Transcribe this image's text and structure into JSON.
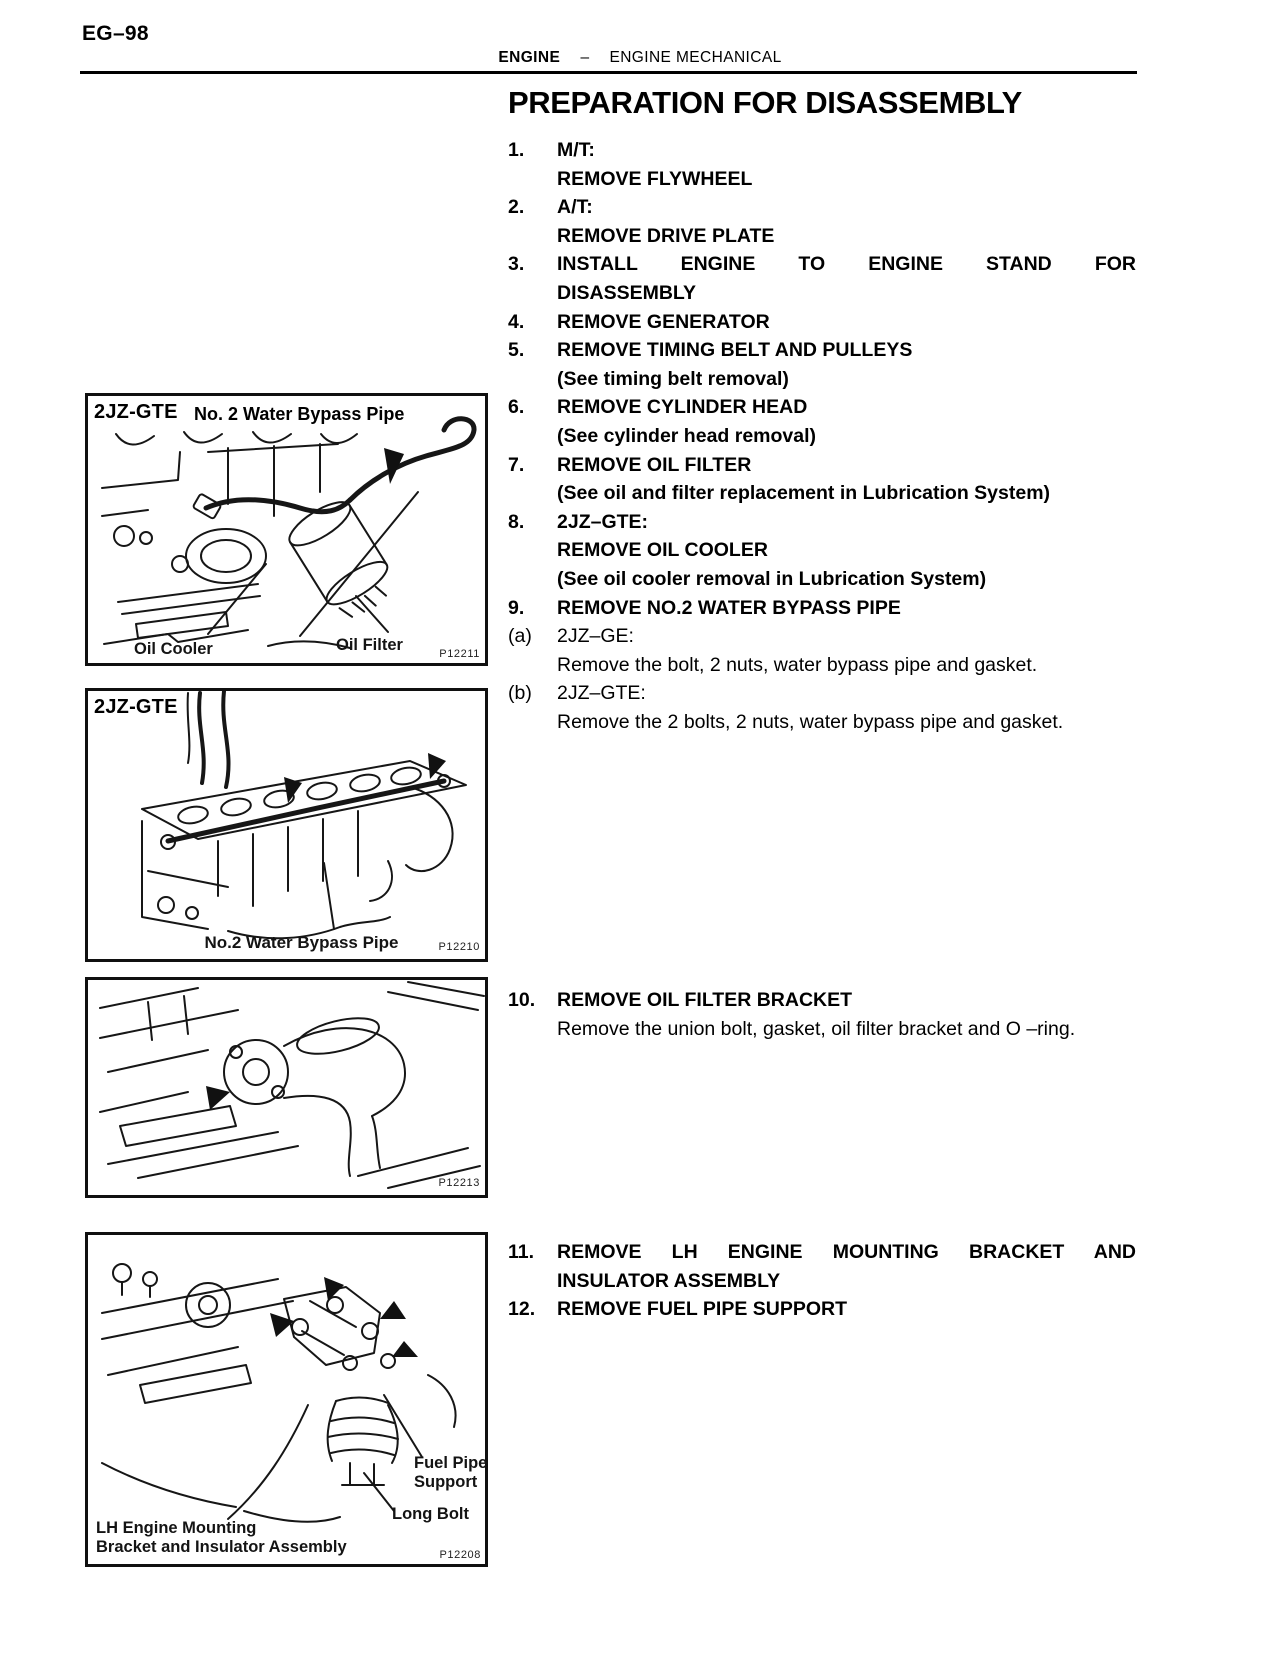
{
  "page": {
    "number": "EG–98",
    "header": {
      "section": "ENGINE",
      "separator": "–",
      "subsection": "ENGINE MECHANICAL"
    },
    "title": "PREPARATION FOR DISASSEMBLY"
  },
  "steps": [
    {
      "num": "1.",
      "lines": [
        "M/T:",
        "REMOVE FLYWHEEL"
      ]
    },
    {
      "num": "2.",
      "lines": [
        "A/T:",
        "REMOVE DRIVE PLATE"
      ]
    },
    {
      "num": "3.",
      "lines": [
        "INSTALL ENGINE TO ENGINE STAND FOR",
        "DISASSEMBLY"
      ]
    },
    {
      "num": "4.",
      "lines": [
        "REMOVE GENERATOR"
      ]
    },
    {
      "num": "5.",
      "lines": [
        "REMOVE TIMING BELT AND PULLEYS",
        "(See timing belt removal)"
      ]
    },
    {
      "num": "6.",
      "lines": [
        "REMOVE CYLINDER HEAD",
        "(See cylinder head removal)"
      ]
    },
    {
      "num": "7.",
      "lines": [
        "REMOVE OIL FILTER",
        "(See oil and filter replacement in Lubrication System)"
      ]
    },
    {
      "num": "8.",
      "lines": [
        "2JZ–GTE:",
        "REMOVE OIL COOLER",
        "(See oil cooler removal in Lubrication System)"
      ]
    },
    {
      "num": "9.",
      "lines": [
        "REMOVE NO.2 WATER BYPASS PIPE"
      ]
    },
    {
      "num": "(a)",
      "lines": [
        "2JZ–GE:",
        "Remove the bolt, 2 nuts, water bypass pipe and gasket."
      ]
    },
    {
      "num": "(b)",
      "lines": [
        "2JZ–GTE:",
        "Remove the 2 bolts, 2 nuts, water bypass pipe and gasket."
      ]
    },
    {
      "num": "10.",
      "lines": [
        "REMOVE OIL FILTER BRACKET",
        "Remove the union bolt, gasket, oil filter bracket and O –ring."
      ]
    },
    {
      "num": "11.",
      "lines": [
        "REMOVE LH ENGINE MOUNTING BRACKET AND",
        "INSULATOR ASSEMBLY"
      ]
    },
    {
      "num": "12.",
      "lines": [
        "REMOVE FUEL PIPE SUPPORT"
      ]
    }
  ],
  "figures": [
    {
      "model": "2JZ-GTE",
      "heading": "No. 2 Water Bypass Pipe",
      "label_left": "Oil Cooler",
      "label_right": "Oil Filter",
      "code": "P12211"
    },
    {
      "model": "2JZ-GTE",
      "caption": "No.2 Water Bypass Pipe",
      "code": "P12210"
    },
    {
      "code": "P12213"
    },
    {
      "label_fuel": "Fuel Pipe\nSupport",
      "label_bolt": "Long Bolt",
      "label_mount": "LH Engine Mounting\nBracket and Insulator Assembly",
      "code": "P12208"
    }
  ],
  "colors": {
    "ink": "#111111",
    "paper": "#ffffff"
  }
}
